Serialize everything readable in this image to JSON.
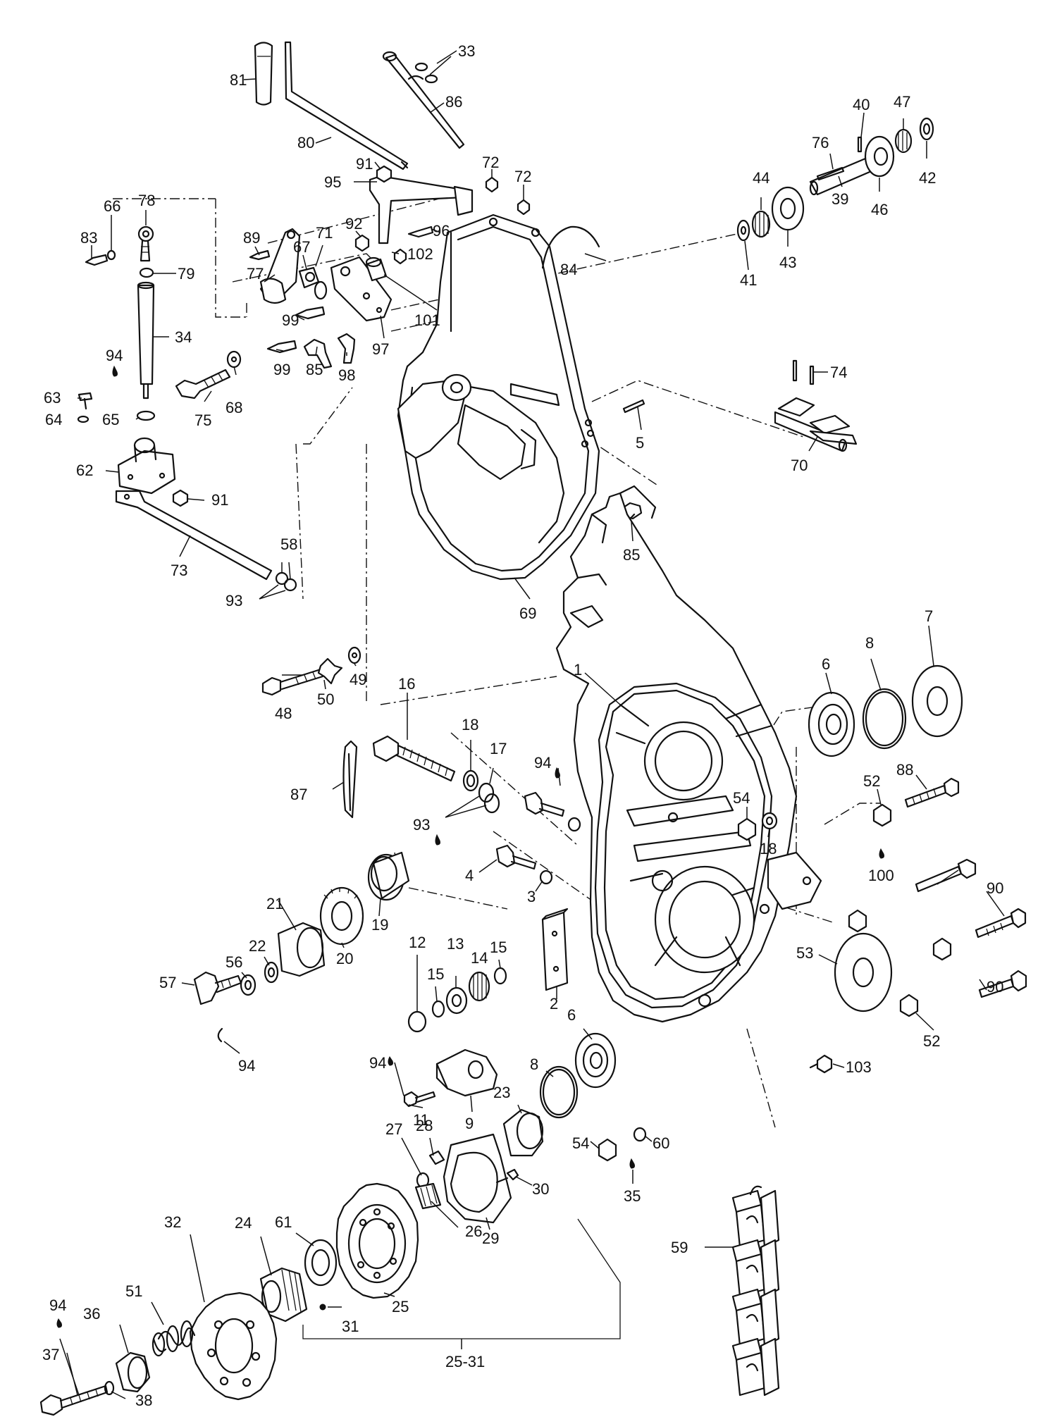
{
  "labels": [
    {
      "id": "81",
      "text": "81"
    },
    {
      "id": "33",
      "text": "33"
    },
    {
      "id": "86",
      "text": "86"
    },
    {
      "id": "80",
      "text": "80"
    },
    {
      "id": "91a",
      "text": "91"
    },
    {
      "id": "72a",
      "text": "72"
    },
    {
      "id": "72b",
      "text": "72"
    },
    {
      "id": "95",
      "text": "95"
    },
    {
      "id": "96",
      "text": "96"
    },
    {
      "id": "66",
      "text": "66"
    },
    {
      "id": "78",
      "text": "78"
    },
    {
      "id": "83",
      "text": "83"
    },
    {
      "id": "89",
      "text": "89"
    },
    {
      "id": "71",
      "text": "71"
    },
    {
      "id": "67",
      "text": "67"
    },
    {
      "id": "92",
      "text": "92"
    },
    {
      "id": "102",
      "text": "102"
    },
    {
      "id": "79",
      "text": "79"
    },
    {
      "id": "77",
      "text": "77"
    },
    {
      "id": "99a",
      "text": "99"
    },
    {
      "id": "101",
      "text": "101"
    },
    {
      "id": "34",
      "text": "34"
    },
    {
      "id": "94a",
      "text": "94"
    },
    {
      "id": "99b",
      "text": "99"
    },
    {
      "id": "85a",
      "text": "85"
    },
    {
      "id": "98",
      "text": "98"
    },
    {
      "id": "97",
      "text": "97"
    },
    {
      "id": "63",
      "text": "63"
    },
    {
      "id": "75",
      "text": "75"
    },
    {
      "id": "68",
      "text": "68"
    },
    {
      "id": "64",
      "text": "64"
    },
    {
      "id": "65",
      "text": "65"
    },
    {
      "id": "62",
      "text": "62"
    },
    {
      "id": "91b",
      "text": "91"
    },
    {
      "id": "73",
      "text": "73"
    },
    {
      "id": "58",
      "text": "58"
    },
    {
      "id": "93a",
      "text": "93"
    },
    {
      "id": "84",
      "text": "84"
    },
    {
      "id": "40",
      "text": "40"
    },
    {
      "id": "47",
      "text": "47"
    },
    {
      "id": "76",
      "text": "76"
    },
    {
      "id": "44",
      "text": "44"
    },
    {
      "id": "42",
      "text": "42"
    },
    {
      "id": "39",
      "text": "39"
    },
    {
      "id": "46",
      "text": "46"
    },
    {
      "id": "41",
      "text": "41"
    },
    {
      "id": "43",
      "text": "43"
    },
    {
      "id": "74",
      "text": "74"
    },
    {
      "id": "5",
      "text": "5"
    },
    {
      "id": "70",
      "text": "70"
    },
    {
      "id": "85b",
      "text": "85"
    },
    {
      "id": "69",
      "text": "69"
    },
    {
      "id": "48",
      "text": "48"
    },
    {
      "id": "50",
      "text": "50"
    },
    {
      "id": "49",
      "text": "49"
    },
    {
      "id": "1",
      "text": "1"
    },
    {
      "id": "16",
      "text": "16"
    },
    {
      "id": "18a",
      "text": "18"
    },
    {
      "id": "17",
      "text": "17"
    },
    {
      "id": "87",
      "text": "87"
    },
    {
      "id": "93b",
      "text": "93"
    },
    {
      "id": "94b",
      "text": "94"
    },
    {
      "id": "6a",
      "text": "6"
    },
    {
      "id": "8a",
      "text": "8"
    },
    {
      "id": "7",
      "text": "7"
    },
    {
      "id": "88",
      "text": "88"
    },
    {
      "id": "52a",
      "text": "52"
    },
    {
      "id": "54a",
      "text": "54"
    },
    {
      "id": "18b",
      "text": "18"
    },
    {
      "id": "100",
      "text": "100"
    },
    {
      "id": "90a",
      "text": "90"
    },
    {
      "id": "90b",
      "text": "90"
    },
    {
      "id": "4",
      "text": "4"
    },
    {
      "id": "3",
      "text": "3"
    },
    {
      "id": "21",
      "text": "21"
    },
    {
      "id": "19",
      "text": "19"
    },
    {
      "id": "22",
      "text": "22"
    },
    {
      "id": "56",
      "text": "56"
    },
    {
      "id": "20",
      "text": "20"
    },
    {
      "id": "57",
      "text": "57"
    },
    {
      "id": "12",
      "text": "12"
    },
    {
      "id": "13",
      "text": "13"
    },
    {
      "id": "15a",
      "text": "15"
    },
    {
      "id": "14",
      "text": "14"
    },
    {
      "id": "15b",
      "text": "15"
    },
    {
      "id": "2",
      "text": "2"
    },
    {
      "id": "53",
      "text": "53"
    },
    {
      "id": "52b",
      "text": "52"
    },
    {
      "id": "103",
      "text": "103"
    },
    {
      "id": "94c",
      "text": "94"
    },
    {
      "id": "94d",
      "text": "94"
    },
    {
      "id": "11",
      "text": "11"
    },
    {
      "id": "9",
      "text": "9"
    },
    {
      "id": "6b",
      "text": "6"
    },
    {
      "id": "8b",
      "text": "8"
    },
    {
      "id": "23",
      "text": "23"
    },
    {
      "id": "54b",
      "text": "54"
    },
    {
      "id": "35",
      "text": "35"
    },
    {
      "id": "60",
      "text": "60"
    },
    {
      "id": "27",
      "text": "27"
    },
    {
      "id": "28",
      "text": "28"
    },
    {
      "id": "30",
      "text": "30"
    },
    {
      "id": "29",
      "text": "29"
    },
    {
      "id": "26",
      "text": "26"
    },
    {
      "id": "61",
      "text": "61"
    },
    {
      "id": "24",
      "text": "24"
    },
    {
      "id": "32",
      "text": "32"
    },
    {
      "id": "25",
      "text": "25"
    },
    {
      "id": "31",
      "text": "31"
    },
    {
      "id": "25-31",
      "text": "25-31"
    },
    {
      "id": "59",
      "text": "59"
    },
    {
      "id": "51",
      "text": "51"
    },
    {
      "id": "36",
      "text": "36"
    },
    {
      "id": "94e",
      "text": "94"
    },
    {
      "id": "37",
      "text": "37"
    },
    {
      "id": "38",
      "text": "38"
    }
  ]
}
